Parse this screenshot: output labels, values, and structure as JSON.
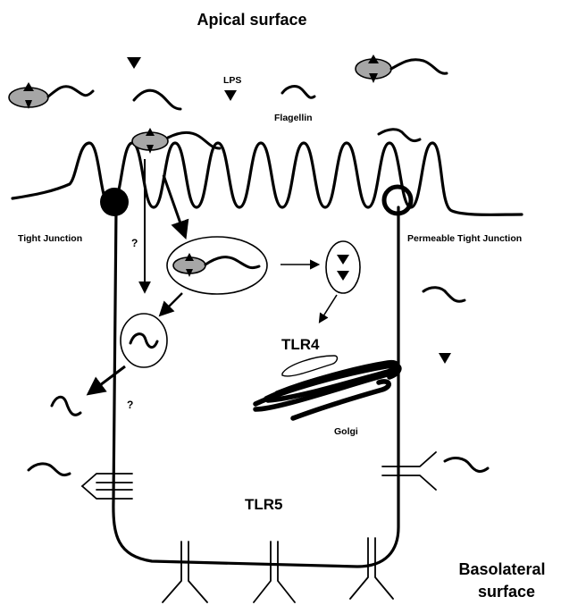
{
  "labels": {
    "apical": "Apical surface",
    "basolateral_line1": "Basolateral",
    "basolateral_line2": "surface",
    "lps": "LPS",
    "flagellin": "Flagellin",
    "tight_junction": "Tight Junction",
    "permeable_tight_junction": "Permeable Tight Junction",
    "tlr4": "TLR4",
    "tlr5": "TLR5",
    "golgi": "Golgi",
    "question_upper": "?",
    "question_lower": "?"
  },
  "colors": {
    "ink": "#000000",
    "background": "#ffffff",
    "bacterium_body": "#a6a6a6"
  }
}
